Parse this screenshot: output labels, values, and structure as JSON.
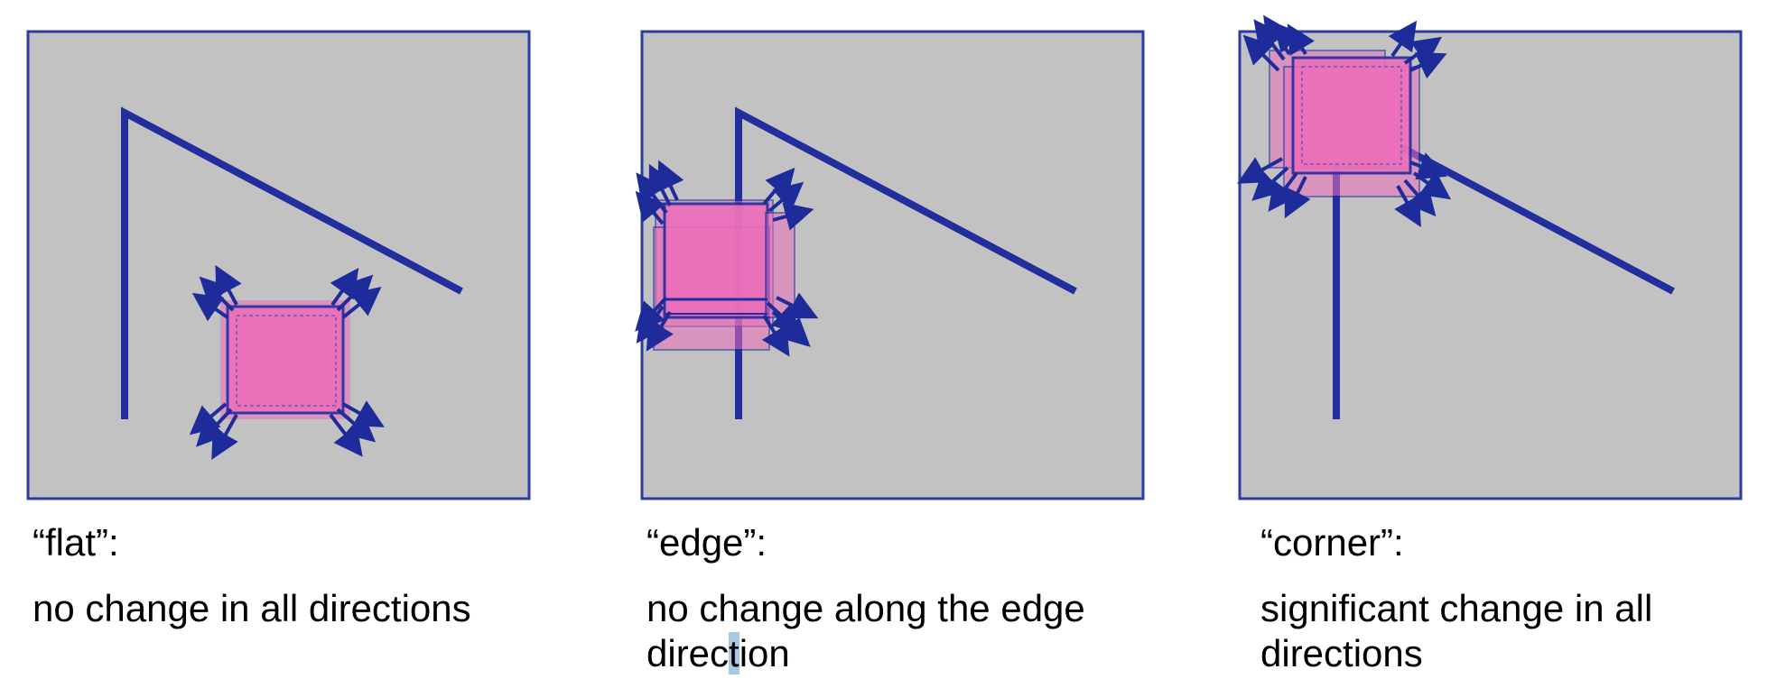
{
  "colors": {
    "panel_bg": "#c2c2c2",
    "panel_border": "#2b3ba6",
    "line": "#222e9e",
    "window_fill": "#ec6fba",
    "arrow": "#1e2b9a"
  },
  "panels": [
    {
      "title": "“flat”:",
      "description": "no change in all directions"
    },
    {
      "title": "“edge”:",
      "description_part1": "no change along the edge direc",
      "description_highlight": "t",
      "description_part2": "ion"
    },
    {
      "title": "“corner”:",
      "description": "significant change in all directions"
    }
  ]
}
